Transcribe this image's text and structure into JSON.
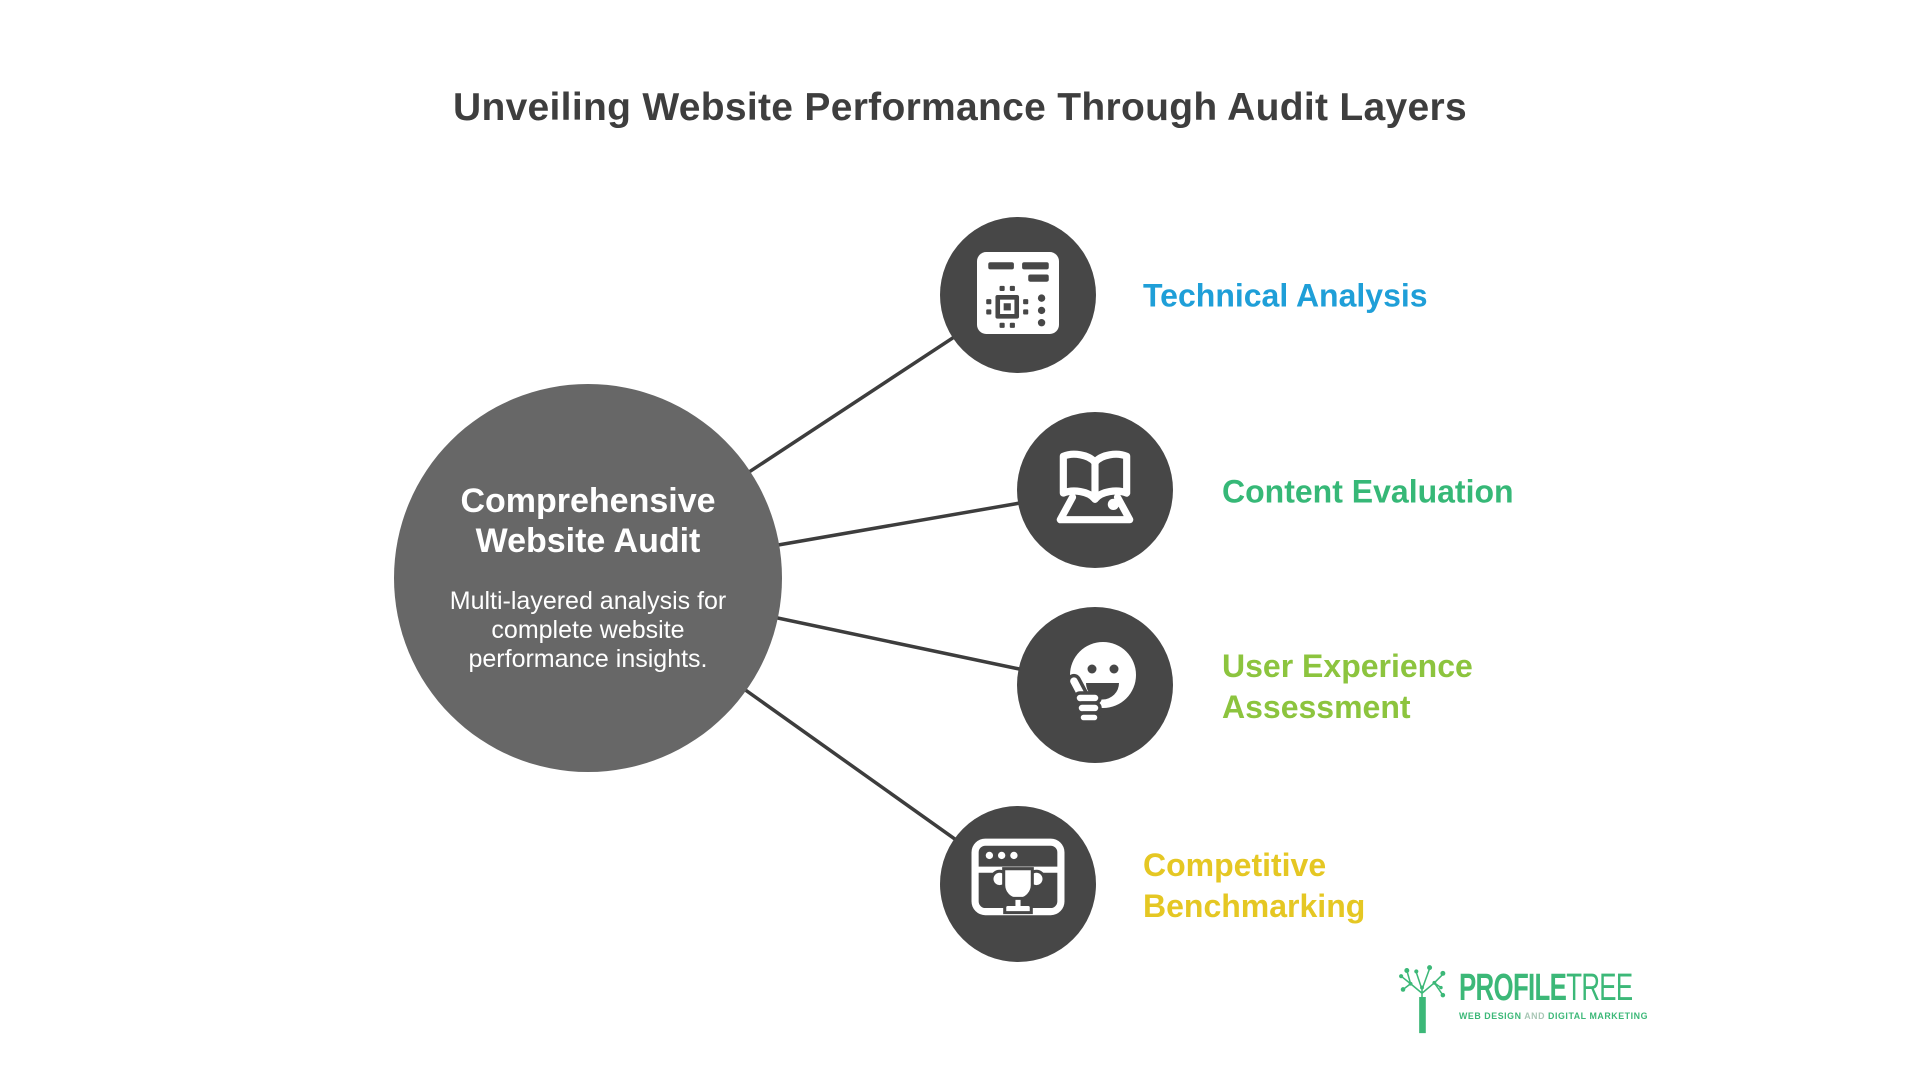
{
  "title": "Unveiling Website Performance Through Audit Layers",
  "center_node": {
    "heading": "Comprehensive Website Audit",
    "description": "Multi-layered analysis for complete website performance insights."
  },
  "nodes": [
    {
      "label": "Technical Analysis",
      "color": "#1f9fd8",
      "icon": "technical-audit-icon"
    },
    {
      "label": "Content Evaluation",
      "color": "#36b877",
      "icon": "open-book-icon"
    },
    {
      "label": "User Experience\nAssessment",
      "color": "#8cc43e",
      "icon": "smiley-thumbs-up-icon"
    },
    {
      "label": "Competitive\nBenchmarking",
      "color": "#e5c723",
      "icon": "browser-trophy-icon"
    }
  ],
  "colors": {
    "title": "#3e3e3e",
    "connector": "#3d3d3d",
    "center_circle": "#676767",
    "node_circle": "#474747",
    "center_text": "#ffffff"
  },
  "logo": {
    "name_bold": "PROFILE",
    "name_light": "TREE",
    "tagline_web_design": "WEB DESIGN ",
    "tagline_and": "AND",
    "tagline_marketing": " DIGITAL MARKETING",
    "brand_green": "#3cb878",
    "tagline_and_color": "#a9c7b6"
  }
}
